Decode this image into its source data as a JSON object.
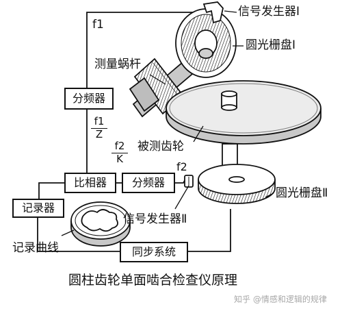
{
  "labels": {
    "f1": "f1",
    "f2": "f2",
    "worm": "测量蜗杆",
    "gen1": "信号发生器Ⅰ",
    "grating1": "圆光栅盘Ⅰ",
    "gear_under_test": "被测齿轮",
    "grating2": "圆光栅盘Ⅱ",
    "gen2": "信号发生器Ⅱ",
    "curve": "记录曲线"
  },
  "fractions": {
    "f1_over_z": {
      "num": "f1",
      "den": "Z"
    },
    "f2_over_k": {
      "num": "f2",
      "den": "K"
    }
  },
  "boxes": {
    "divider_top": "分频器",
    "phase_comparator": "比相器",
    "divider_bottom": "分频器",
    "recorder": "记录器",
    "sync_system": "同步系统"
  },
  "caption": "圆柱齿轮单面啮合检查仪原理",
  "watermark": "知乎 @情感和逻辑的规律"
}
